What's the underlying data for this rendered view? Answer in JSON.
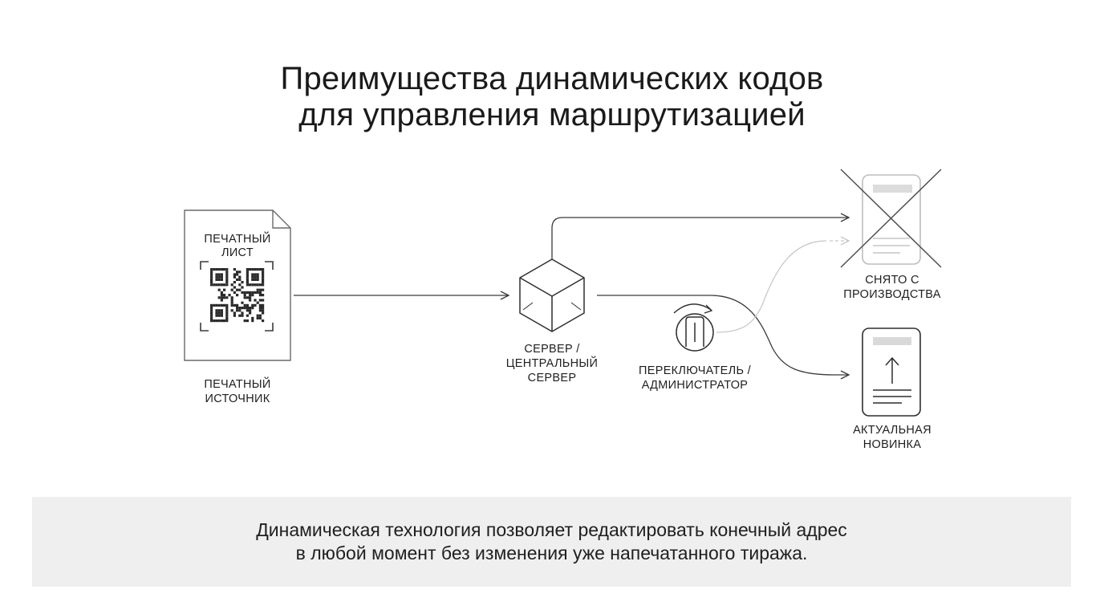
{
  "title": {
    "line1": "Преимущества динамических кодов",
    "line2": "для управления маршрутизацией"
  },
  "nodes": {
    "sheet": {
      "inner_line1": "ПЕЧАТНЫЙ",
      "inner_line2": "ЛИСТ",
      "label_line1": "ПЕЧАТНЫЙ",
      "label_line2": "ИСТОЧНИК",
      "icon": "document-qr-icon"
    },
    "server": {
      "label_line1": "СЕРВЕР /",
      "label_line2": "ЦЕНТРАЛЬНЫЙ",
      "label_line3": "СЕРВЕР",
      "icon": "cube-icon"
    },
    "switch": {
      "label_line1": "ПЕРЕКЛЮЧАТЕЛЬ /",
      "label_line2": "АДМИНИСТРАТОР",
      "icon": "switch-dial-icon"
    },
    "discontinued": {
      "label_line1": "СНЯТО С",
      "label_line2": "ПРОИЗВОДСТВА",
      "icon": "crossed-phone-icon"
    },
    "current": {
      "label_line1": "АКТУАЛЬНАЯ",
      "label_line2": "НОВИНКА",
      "icon": "phone-upload-icon"
    }
  },
  "caption": {
    "line1": "Динамическая технология позволяет редактировать конечный адрес",
    "line2": "в любой момент без изменения уже напечатанного тиража."
  },
  "colors": {
    "line": "#3a3a3a",
    "faded_line": "#c8c8c8",
    "placeholder_bar": "#d9d9d9",
    "caption_bg": "#efefef"
  }
}
